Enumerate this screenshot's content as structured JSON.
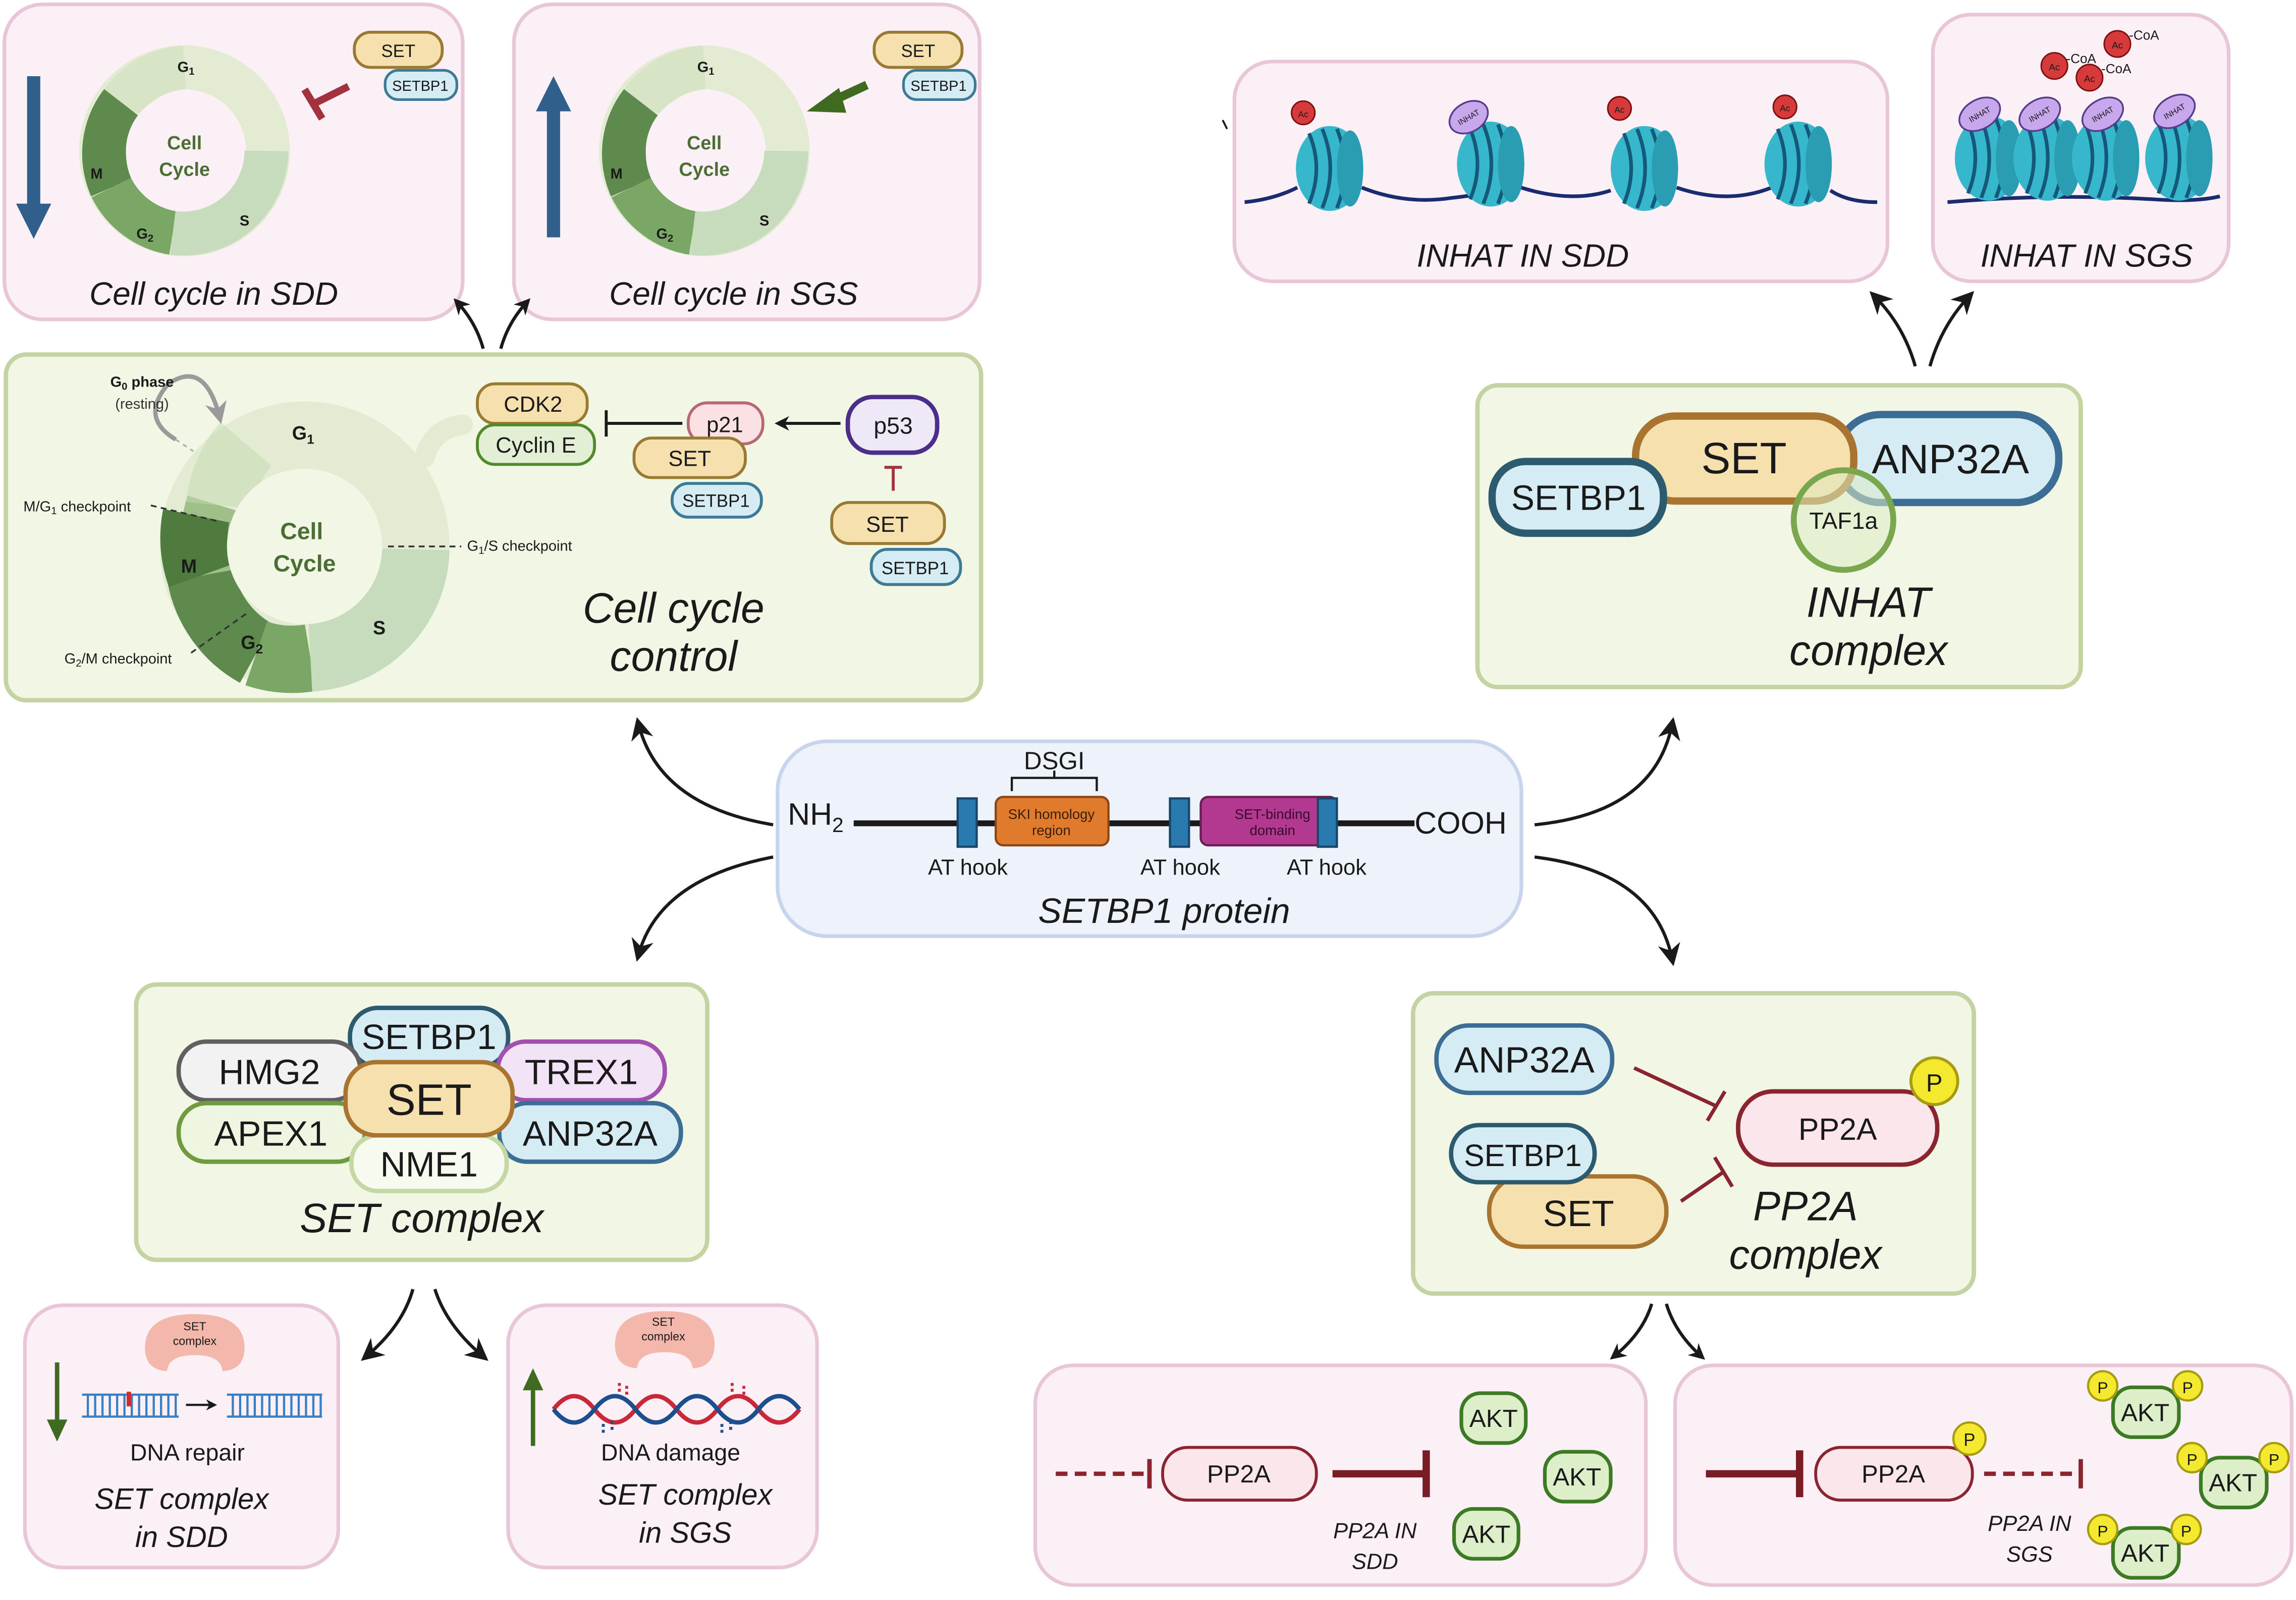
{
  "protein": {
    "n_terminus": "NH",
    "n_terminus_sub": "2",
    "c_terminus": "COOH",
    "motif": "DSGI",
    "skh_label": [
      "SKI homology",
      "region"
    ],
    "sbd_label": [
      "SET-binding",
      "domain"
    ],
    "at_hook": "AT hook",
    "title": "SETBP1 protein"
  },
  "cell_cycle": {
    "title": [
      "Cell cycle",
      "control"
    ],
    "center": [
      "Cell",
      "Cycle"
    ],
    "g0_label": "phase",
    "resting": "(resting)",
    "g1": "G",
    "g2": "G",
    "m": "M",
    "s": "S",
    "mg1": "M/G",
    "mg1_tail": " checkpoint",
    "g1s": "G",
    "g1s_tail": "/S checkpoint",
    "g2m": "G",
    "g2m_tail": "/M checkpoint",
    "cdk2": "CDK2",
    "cyclin_e": "Cyclin E",
    "p21": "p21",
    "p53": "p53",
    "set": "SET",
    "setbp1": "SETBP1"
  },
  "cycle_sdd": {
    "caption": "Cell cycle in SDD"
  },
  "cycle_sgs": {
    "caption": "Cell cycle in SGS"
  },
  "inhat": {
    "title": [
      "INHAT",
      "complex"
    ],
    "set": "SET",
    "setbp1": "SETBP1",
    "anp32a": "ANP32A",
    "taf1a": "TAF1a"
  },
  "inhat_sdd": {
    "caption": "INHAT IN SDD",
    "ac": "Ac",
    "inhat": "INHAT"
  },
  "inhat_sgs": {
    "caption": "INHAT IN SGS",
    "inhat": "INHAT",
    "ac": "Ac",
    "coa": "-CoA"
  },
  "set_complex": {
    "title": "SET complex",
    "setbp1": "SETBP1",
    "hmg2": "HMG2",
    "set": "SET",
    "trex1": "TREX1",
    "apex1": "APEX1",
    "anp32a": "ANP32A",
    "nme1": "NME1"
  },
  "set_sdd": {
    "pill": [
      "SET",
      "complex"
    ],
    "label": "DNA repair",
    "caption": [
      "SET complex",
      "in SDD"
    ]
  },
  "set_sgs": {
    "pill": [
      "SET",
      "complex"
    ],
    "label": "DNA damage",
    "caption": [
      "SET complex",
      "in SGS"
    ]
  },
  "pp2a_complex": {
    "title": [
      "PP2A",
      "complex"
    ],
    "anp32a": "ANP32A",
    "pp2a": "PP2A",
    "p": "P",
    "setbp1": "SETBP1",
    "set": "SET"
  },
  "pp2a_sdd": {
    "pp2a": "PP2A",
    "akt": "AKT",
    "caption": [
      "PP2A IN",
      "SDD"
    ]
  },
  "pp2a_sgs": {
    "pp2a": "PP2A",
    "akt": "AKT",
    "p": "P",
    "caption": [
      "PP2A IN",
      "SGS"
    ]
  },
  "colors": {
    "outcome_panel": "#fcf0f7",
    "outcome_border": "#e8c6d8",
    "mechanism_panel": "#f1f6e5",
    "mechanism_border": "#c3d3a2",
    "protein_panel": "#eef3fb",
    "set_fill": "#f6e1ae",
    "setbp1_fill": "#d6ecf5",
    "down_arrow": "#2f5f8a",
    "green_arrow": "#3e6b1f",
    "inhibit": "#a3323f"
  }
}
